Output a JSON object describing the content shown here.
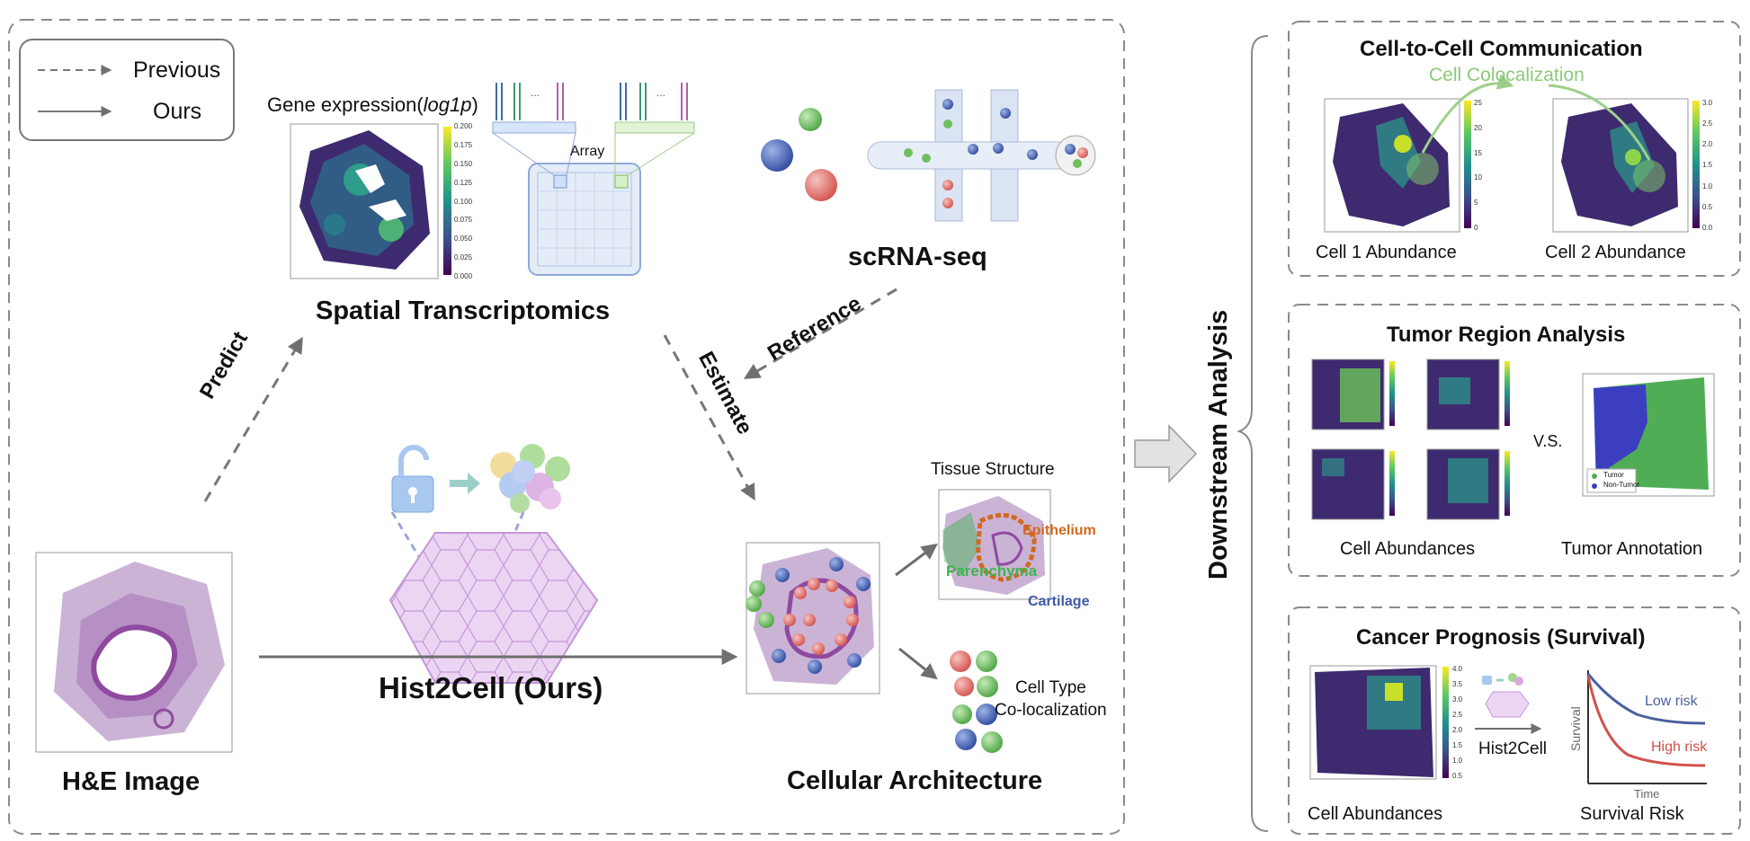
{
  "legend": {
    "previous": "Previous",
    "ours": "Ours"
  },
  "spatial": {
    "gene_label_prefix": "Gene expression(",
    "gene_label_italic": "log1p",
    "gene_label_suffix": ")",
    "colorbar_ticks": [
      "0.200",
      "0.175",
      "0.150",
      "0.125",
      "0.100",
      "0.075",
      "0.050",
      "0.025",
      "0.000"
    ],
    "array_label": "Array",
    "dots": "...",
    "title": "Spatial Transcriptomics"
  },
  "scrna": {
    "title": "scRNA-seq"
  },
  "arrows": {
    "predict": "Predict",
    "estimate": "Estimate",
    "reference": "Reference"
  },
  "he": {
    "title": "H&E Image"
  },
  "method": {
    "title": "Hist2Cell (Ours)"
  },
  "cellular": {
    "title": "Cellular Architecture",
    "tissue_structure": "Tissue Structure",
    "epithelium": "Epithelium",
    "parenchyma": "Parenchyma",
    "cartilage": "Cartilage",
    "cell_type": "Cell Type",
    "coloc": "Co-localization"
  },
  "downstream": {
    "title": "Downstream Analysis"
  },
  "ccc": {
    "title": "Cell-to-Cell Communication",
    "subtitle": "Cell Colocalization",
    "cell1": "Cell 1 Abundance",
    "cell2": "Cell 2 Abundance",
    "cb1_ticks": [
      "25",
      "20",
      "15",
      "10",
      "5",
      "0"
    ],
    "cb2_ticks": [
      "3.0",
      "2.5",
      "2.0",
      "1.5",
      "1.0",
      "0.5",
      "0.0"
    ]
  },
  "tumor": {
    "title": "Tumor Region Analysis",
    "vs": "V.S.",
    "abund": "Cell Abundances",
    "annot": "Tumor Annotation",
    "legend_tumor": "Tumor",
    "legend_non": "Non-Tumor"
  },
  "prognosis": {
    "title": "Cancer Prognosis (Survival)",
    "hist2cell": "Hist2Cell",
    "low": "Low risk",
    "high": "High risk",
    "ylabel": "Survival",
    "xlabel": "Time",
    "abund": "Cell Abundances",
    "risk": "Survival Risk",
    "cb_ticks": [
      "4.0",
      "3.5",
      "3.0",
      "2.5",
      "2.0",
      "1.5",
      "1.0",
      "0.5"
    ]
  },
  "colors": {
    "dash": "#777777",
    "arrow": "#6e6e6e",
    "teal": "#2a8f8a",
    "green": "#7dc36b",
    "epithelium": "#d2691e",
    "parenchyma": "#3cb44b",
    "cartilage": "#3a5aa8",
    "low_risk": "#4a5fa0",
    "high_risk": "#d0504a",
    "purple": "#3b1f5e",
    "tissue": "#c89bc8"
  }
}
